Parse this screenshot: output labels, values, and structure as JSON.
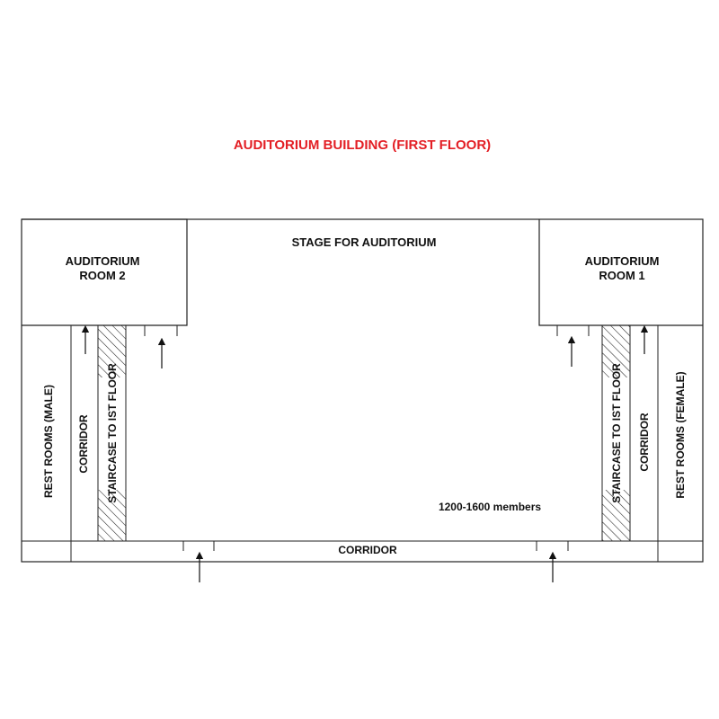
{
  "title": "AUDITORIUM BUILDING (FIRST FLOOR)",
  "title_color": "#e31e24",
  "labels": {
    "stage": "STAGE FOR AUDITORIUM",
    "room2_line1": "AUDITORIUM",
    "room2_line2": "ROOM 2",
    "room1_line1": "AUDITORIUM",
    "room1_line2": "ROOM 1",
    "rest_male": "REST ROOMS (MALE)",
    "rest_female": "REST ROOMS (FEMALE)",
    "corridor_left": "CORRIDOR",
    "corridor_right": "CORRIDOR",
    "corridor_bottom": "CORRIDOR",
    "staircase_left": "STAIRCASE TO IST FLOOR",
    "staircase_right": "STAIRCASE TO IST FLOOR",
    "capacity": "1200-1600 members"
  },
  "icons": {
    "entry_arrow": "up-arrow-icon",
    "hatch": "diagonal-hatch-pattern"
  }
}
